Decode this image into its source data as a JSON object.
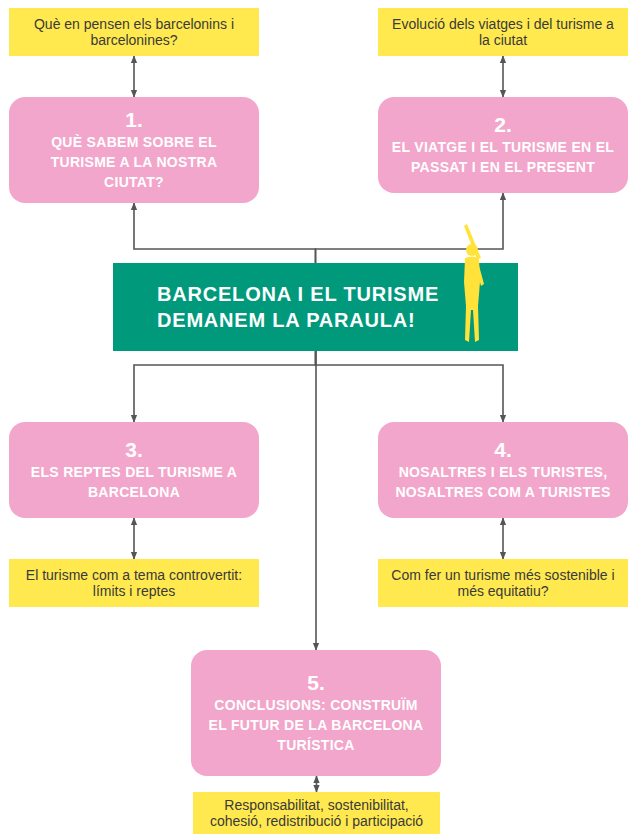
{
  "diagram": {
    "nodes": [
      {
        "text": [
          "Què en pensen els barcelonins i barcelonines?"
        ]
      },
      {
        "text": [
          "Evolució dels viatges i del turisme a la ciutat"
        ]
      },
      {
        "text": [
          "1.",
          "QUÈ SABEM SOBRE EL TURISME A LA NOSTRA CIUTAT?"
        ]
      },
      {
        "text": [
          "2.",
          "EL VIATGE I EL TURISME EN EL PASSAT I EN EL PRESENT"
        ]
      },
      {
        "text": [
          "BARCELONA I EL TURISME DEMANEM LA PARAULA!"
        ]
      },
      {
        "text": [
          "3.",
          "ELS REPTES DEL TURISME A BARCELONA"
        ]
      },
      {
        "text": [
          "4.",
          "NOSALTRES I ELS TURISTES, NOSALTRES COM A TURISTES"
        ]
      },
      {
        "text": [
          "El turisme com a tema controvertit: límits i reptes"
        ]
      },
      {
        "text": [
          "Com fer un turisme més sostenible i més equitatiu?"
        ]
      },
      {
        "text": [
          "5.",
          "CONCLUSIONS: CONSTRUÏM EL FUTUR DE LA BARCELONA TURÍSTICA"
        ]
      },
      {
        "text": [
          "Responsabilitat, sostenibilitat, cohesió, redistribució i participació"
        ]
      }
    ],
    "edges": [
      {
        "from": 0,
        "to": 2,
        "arrow": "both"
      },
      {
        "from": 1,
        "to": 3,
        "arrow": "both"
      },
      {
        "from": 4,
        "to": 2,
        "arrow": "to"
      },
      {
        "from": 4,
        "to": 3,
        "arrow": "to"
      },
      {
        "from": 4,
        "to": 5,
        "arrow": "to"
      },
      {
        "from": 4,
        "to": 6,
        "arrow": "to"
      },
      {
        "from": 4,
        "to": 9,
        "arrow": "to"
      },
      {
        "from": 5,
        "to": 7,
        "arrow": "both"
      },
      {
        "from": 6,
        "to": 8,
        "arrow": "both"
      },
      {
        "from": 9,
        "to": 10,
        "arrow": "both"
      }
    ]
  }
}
